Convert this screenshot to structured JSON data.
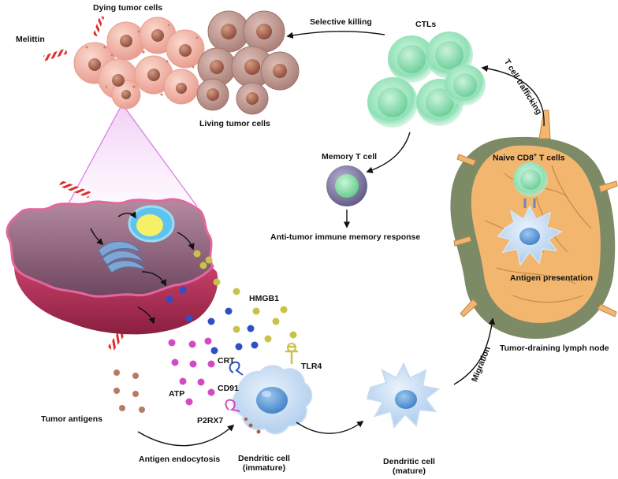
{
  "labels": {
    "dying_tumor_cells": "Dying tumor cells",
    "melittin": "Melittin",
    "selective_killing": "Selective killing",
    "ctls": "CTLs",
    "t_cell_trafficking": "T cell trafficking",
    "living_tumor_cells": "Living tumor cells",
    "memory_t_cell": "Memory T cell",
    "naive_cd8_prefix": "Naive CD8",
    "naive_cd8_sup": "+",
    "naive_cd8_suffix": " T cells",
    "anti_tumor_memory": "Anti-tumor immune memory response",
    "antigen_presentation": "Antigen presentation",
    "hmgb1": "HMGB1",
    "crt": "CRT",
    "tlr4": "TLR4",
    "cd91": "CD91",
    "atp": "ATP",
    "p2rx7": "P2RX7",
    "tumor_antigens": "Tumor antigens",
    "antigen_endocytosis": "Antigen endocytosis",
    "dendritic_cell_immature_line1": "Dendritic cell",
    "dendritic_cell_immature_line2": "(immature)",
    "dendritic_cell_mature_line1": "Dendritic cell",
    "dendritic_cell_mature_line2": "(mature)",
    "migration": "Migration",
    "tumor_draining_lymph_node": "Tumor-draining lymph node"
  },
  "colors": {
    "tumor_dying": "#f0b3a6",
    "tumor_living": "#c9a39c",
    "tumor_nucleus": "#b8735e",
    "ctl_green": "#9ee6c0",
    "lymph_node_outer": "#7d8a66",
    "lymph_node_inner": "#f2b66e",
    "cell_membrane": "#e2679e",
    "cytoplasm": "#9c6c7e",
    "dendritic_blue": "#bcd7f2",
    "hmgb1_yellow": "#c9c24a",
    "crt_blue": "#2f4fc6",
    "atp_pink": "#d24bc2",
    "antigen_brown": "#b67a66",
    "melittin_red": "#d9302e"
  },
  "icons": {
    "melittin": "striped-peptide-icon",
    "ctl": "t-cell-icon",
    "memory": "memory-t-cell-icon",
    "dc": "dendritic-cell-icon",
    "receptor": "receptor-icon"
  }
}
